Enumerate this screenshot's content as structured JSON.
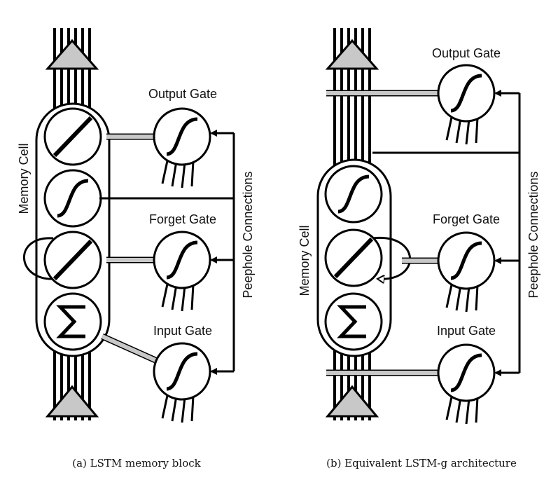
{
  "panel_a": {
    "output_gate": "Output Gate",
    "forget_gate": "Forget Gate",
    "input_gate": "Input Gate",
    "memory_cell": "Memory Cell",
    "peephole": "Peephole Connections",
    "caption": "(a) LSTM memory block"
  },
  "panel_b": {
    "output_gate": "Output Gate",
    "forget_gate": "Forget Gate",
    "input_gate": "Input Gate",
    "memory_cell": "Memory Cell",
    "peephole": "Peephole Connections",
    "caption": "(b) Equivalent LSTM-g architecture"
  },
  "colors": {
    "line": "#000000",
    "peephole_bar": "#c8c8c8",
    "arrow_fill": "#c8c8c8"
  }
}
